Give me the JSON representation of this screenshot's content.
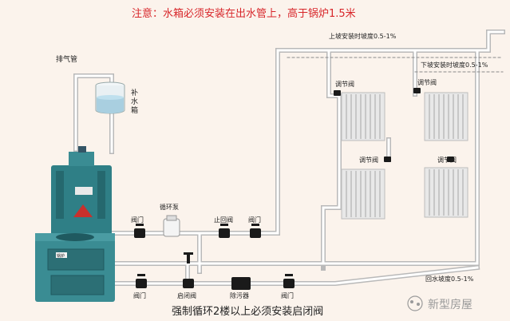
{
  "title_note": "注意：水箱必须安装在出水管上，高于锅炉1.5米",
  "caption": "强制循环2楼以上必须安装启闭阀",
  "watermark": "新型房屋",
  "labels": {
    "exhaust_pipe": "排气管",
    "makeup_tank": [
      "补",
      "水",
      "箱"
    ],
    "pump": "循环泵",
    "valve_top_left": "阀门",
    "check_valve": "止回阀",
    "valve_top_right": "阀门",
    "valve_bottom_left": "阀门",
    "open_close_valve": "启闭阀",
    "filter": "除污器",
    "valve_bottom_right": "阀门",
    "up_slope": "上坡安装时坡度0.5-1%",
    "down_slope": "下坡安装时坡度0.5-1%",
    "return_slope": "回水坡度0.5-1%",
    "regulating_valves": [
      "调节阀",
      "调节阀",
      "调节阀",
      "调节阀"
    ],
    "boiler_badge": "锅炉"
  },
  "colors": {
    "pipe": "#ffffff",
    "pipe_edge": "#b9b9b9",
    "background": "#fbf3ec",
    "note_red": "#d8262a",
    "boiler_teal": "#2f7f86",
    "radiator": "#e8e8e8",
    "valve_black": "#1a1a1a"
  }
}
